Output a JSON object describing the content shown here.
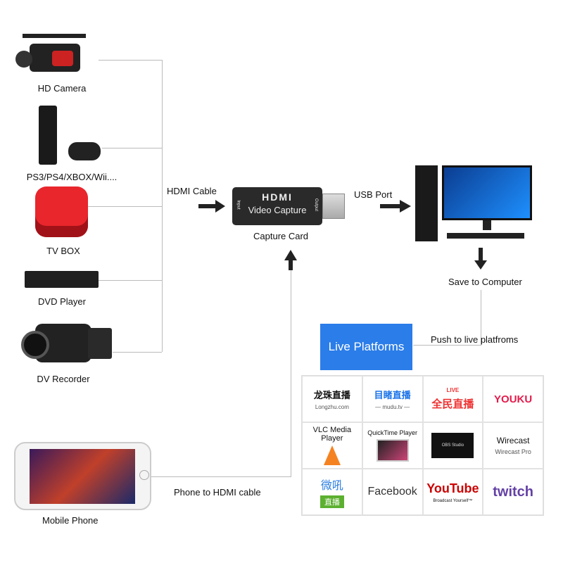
{
  "sources": [
    {
      "label": "HD Camera",
      "icon": "video-camera-icon"
    },
    {
      "label": "PS3/PS4/XBOX/Wii....",
      "icon": "game-console-icon"
    },
    {
      "label": "TV BOX",
      "icon": "tv-box-icon"
    },
    {
      "label": "DVD Player",
      "icon": "dvd-player-icon"
    },
    {
      "label": "DV Recorder",
      "icon": "camcorder-icon"
    }
  ],
  "hdmi_cable": "HDMI Cable",
  "capture_card": {
    "brand": "HDMI",
    "title": "Video Capture",
    "input": "Input",
    "output": "Output",
    "label": "Capture Card"
  },
  "usb_port": "USB Port",
  "save_to_computer": "Save to Computer",
  "push_live": "Push to live platfroms",
  "live_platforms": "Live Platforms",
  "phone_cable": "Phone to HDMI cable",
  "mobile_phone": "Mobile Phone",
  "colors": {
    "live_box": "#2b7de9",
    "arrow": "#222",
    "line": "#bbbbbb"
  },
  "platforms": [
    {
      "name": "龙珠直播",
      "sub": "Longzhu.com"
    },
    {
      "name": "目睹直播",
      "sub": "— mudu.tv —"
    },
    {
      "name": "全民直播",
      "sub": "LIVE"
    },
    {
      "name": "YOUKU",
      "sub": ""
    },
    {
      "name": "VLC Media Player",
      "sub": ""
    },
    {
      "name": "QuickTime Player",
      "sub": ""
    },
    {
      "name": "OBS Studio",
      "sub": ""
    },
    {
      "name": "Wirecast",
      "sub": "Wirecast Pro"
    },
    {
      "name": "微吼",
      "sub": "直播"
    },
    {
      "name": "Facebook",
      "sub": ""
    },
    {
      "name": "YouTube",
      "sub": "Broadcast Yourself™"
    },
    {
      "name": "twitch",
      "sub": ""
    }
  ]
}
